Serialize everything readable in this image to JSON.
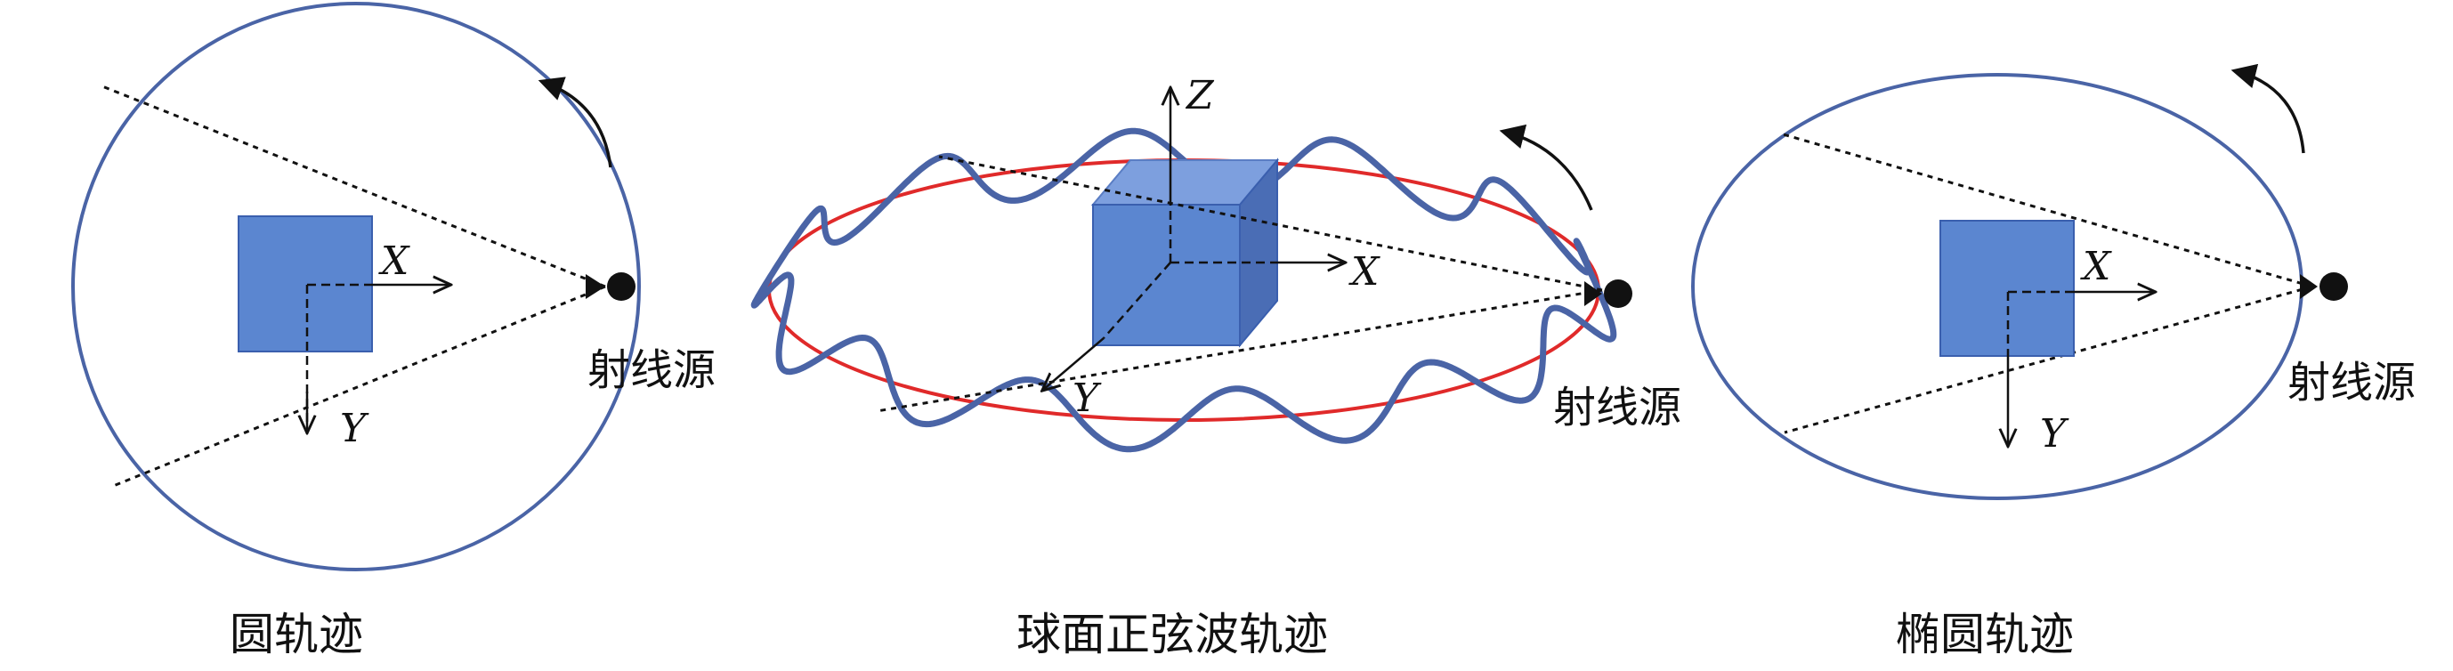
{
  "panels": [
    {
      "caption": "圆轨迹",
      "source_label": "射线源",
      "axis_x": "X",
      "axis_y": "Y"
    },
    {
      "caption": "球面正弦波轨迹",
      "source_label": "射线源",
      "axis_x": "X",
      "axis_y": "Y",
      "axis_z": "Z"
    },
    {
      "caption": "椭圆轨迹",
      "source_label": "射线源",
      "axis_x": "X",
      "axis_y": "Y"
    }
  ],
  "colors": {
    "orbit_blue": "#4a64a6",
    "orbit_red": "#e02a2a",
    "object_fill": "#5b86d0",
    "object_stroke": "#3a5fae",
    "cube_top": "#7d9fde",
    "cube_side": "#4a6db5",
    "ink": "#111111"
  }
}
